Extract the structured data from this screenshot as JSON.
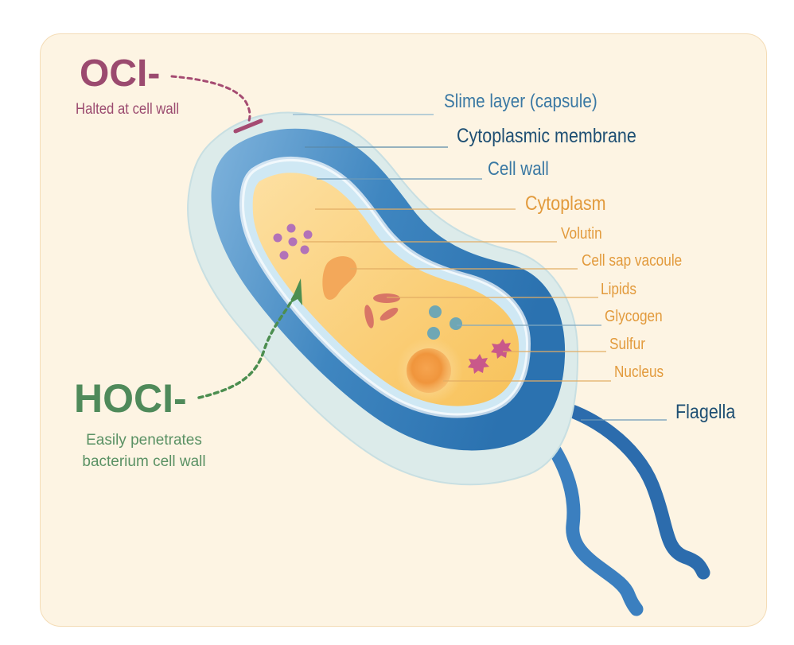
{
  "oci": {
    "title": "OCI-",
    "note": "Halted at cell wall"
  },
  "hoci": {
    "title": "HOCI-",
    "note_line1": "Easily penetrates",
    "note_line2": "bacterium cell wall"
  },
  "labels": {
    "slime_layer": "Slime layer (capsule)",
    "cytoplasmic_membrane": "Cytoplasmic membrane",
    "cell_wall": "Cell wall",
    "cytoplasm": "Cytoplasm",
    "volutin": "Volutin",
    "cell_sap_vacuole": "Cell sap vacoule",
    "lipids": "Lipids",
    "glycogen": "Glycogen",
    "sulfur": "Sulfur",
    "nucleus": "Nucleus",
    "flagella": "Flagella"
  },
  "colors": {
    "oci": "#9b4a6f",
    "hoci": "#4f8a5a",
    "membrane": "#3f86c0",
    "cytoplasm": "#fbd27c",
    "capsule": "#dcebea"
  }
}
